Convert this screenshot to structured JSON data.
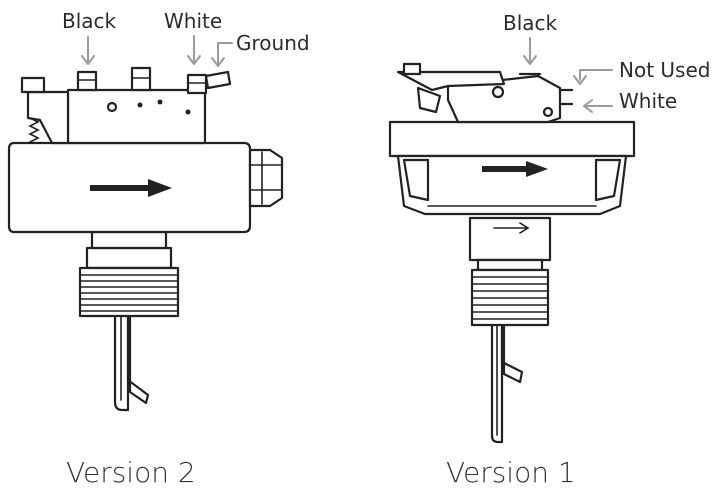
{
  "version2": {
    "caption": "Version 2",
    "label_black": "Black",
    "label_white": "White",
    "label_ground": "Ground"
  },
  "version1": {
    "caption": "Version 1",
    "label_black": "Black",
    "label_not_used": "Not Used",
    "label_white": "White"
  },
  "colors": {
    "line": "#222222",
    "callout_arrow": "#9a9a9a",
    "text": "#2b2b2b"
  }
}
